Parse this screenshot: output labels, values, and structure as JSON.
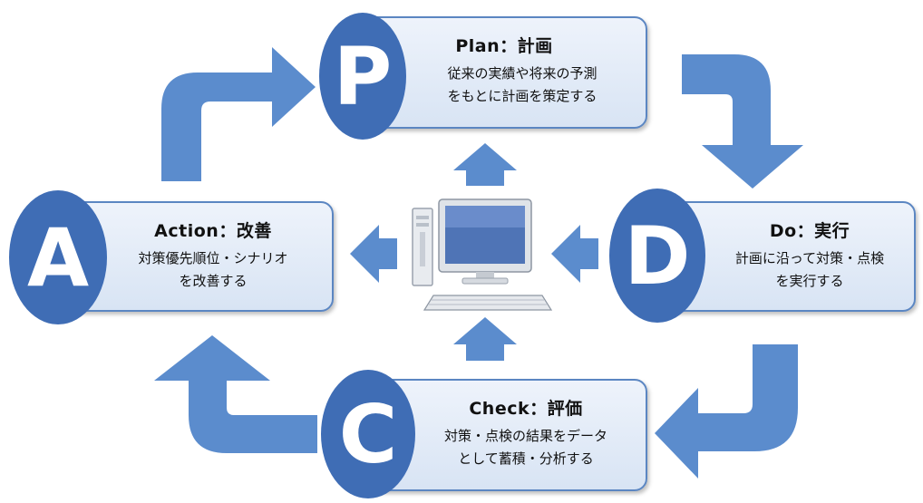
{
  "colors": {
    "arrow": "#5b8ccd",
    "circle": "#3f6db5",
    "box_border": "#5b86c2"
  },
  "plan": {
    "letter": "P",
    "title_en": "Plan",
    "sep": "：",
    "title_jp": "計画",
    "desc_line1": "従来の実績や将来の予測",
    "desc_line2": "をもとに計画を策定する"
  },
  "do": {
    "letter": "D",
    "title_en": "Do",
    "sep": "：",
    "title_jp": "実行",
    "desc_line1": "計画に沿って対策・点検",
    "desc_line2": "を実行する"
  },
  "check": {
    "letter": "C",
    "title_en": "Check",
    "sep": "：",
    "title_jp": "評価",
    "desc_line1": "対策・点検の結果をデータ",
    "desc_line2": "として蓄積・分析する"
  },
  "action": {
    "letter": "A",
    "title_en": "Action",
    "sep": "：",
    "title_jp": "改善",
    "desc_line1": "対策優先順位・シナリオ",
    "desc_line2": "を改善する"
  },
  "center": {
    "icon": "desktop-computer-icon"
  }
}
